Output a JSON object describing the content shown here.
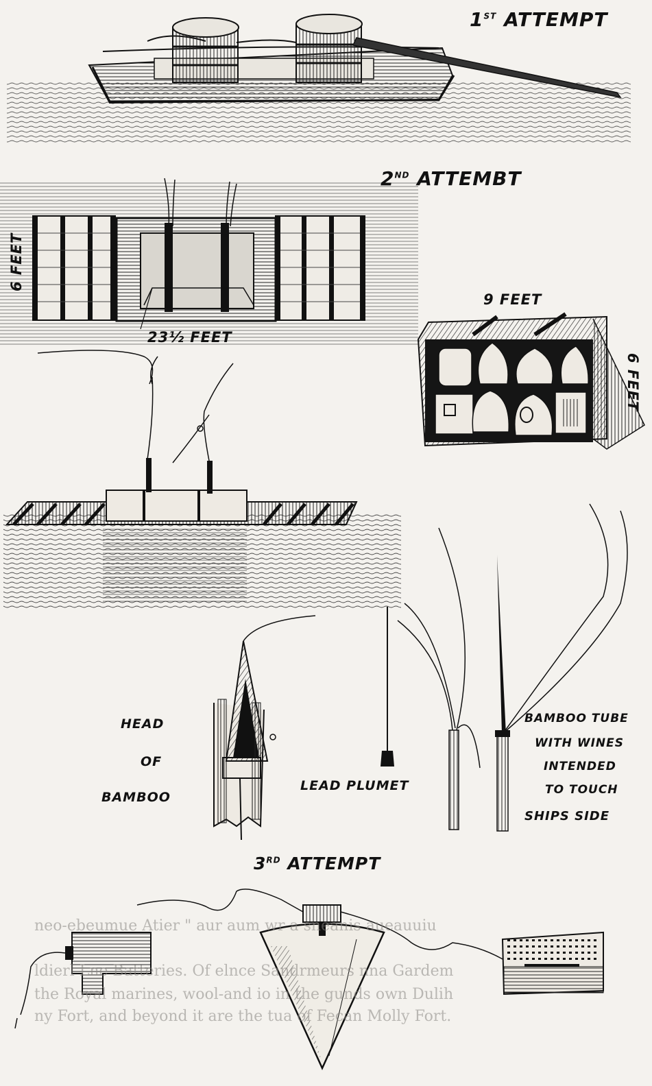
{
  "labels": {
    "attempt1_num": "1",
    "attempt1_sup": "ST",
    "attempt1_word": "ATTEMPT",
    "attempt2_num": "2",
    "attempt2_sup": "ND",
    "attempt2_word": "ATTEMBT",
    "raft_height": "6 FEET",
    "raft_length": "23½ FEET",
    "box_width": "9 FEET",
    "box_height": "6 FEET",
    "head_of_bamboo": [
      "HEAD",
      "OF",
      "BAMBOO"
    ],
    "lead_plumet": "LEAD PLUMET",
    "bamboo_tube": [
      "BAMBOO TUBE",
      "WITH WINES",
      "INTENDED",
      "TO TOUCH",
      "SHIPS SIDE"
    ],
    "attempt3_num": "3",
    "attempt3_sup": "RD",
    "attempt3_word": "ATTEMPT"
  },
  "show_through_text": [
    "neo-ebeumue Atier \" aur aum wr a sneanis aueauuiu",
    "ldierl Lne Batteries.  Of elnce Sandrmeurs nna Gardem",
    "the Royal marines, wool-and  io  in the gunds own Dulih",
    "ny Fort, and beyond it are the tua of Fecan Molly Fort."
  ],
  "colors": {
    "ink": "#111111",
    "paper": "#f4f2ee",
    "ghost": "#8a8783"
  }
}
